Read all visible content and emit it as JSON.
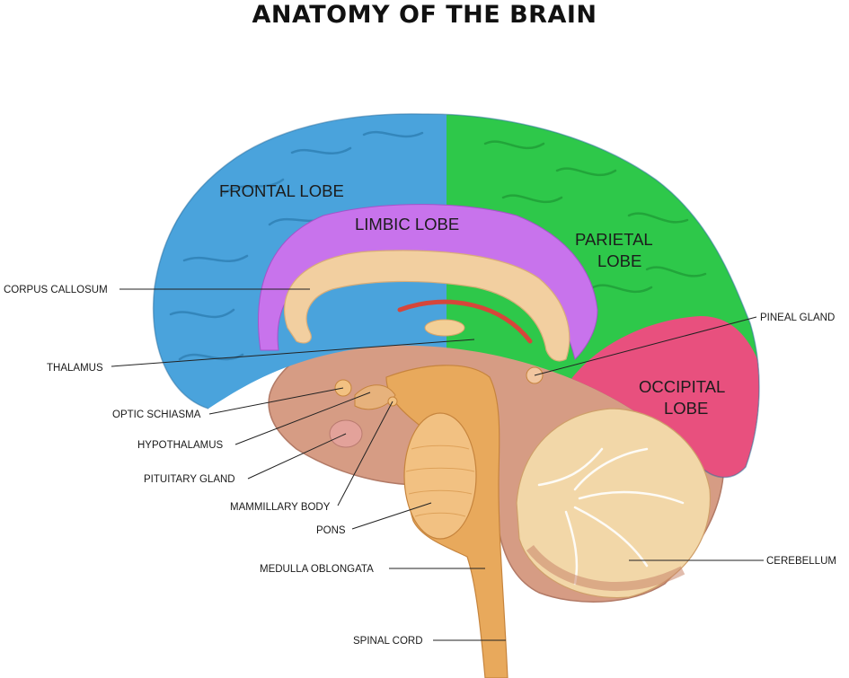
{
  "title": "ANATOMY OF THE BRAIN",
  "colors": {
    "frontal": "#4aa3dc",
    "parietal": "#2ec84a",
    "occipital": "#e8507e",
    "limbic": "#c873ec",
    "tissue": "#d9a086",
    "cerebellum": "#f2d7a8",
    "stem": "#e8a95c"
  },
  "lobes": {
    "frontal": "FRONTAL LOBE",
    "limbic": "LIMBIC LOBE",
    "parietal_1": "PARIETAL",
    "parietal_2": "LOBE",
    "occipital_1": "OCCIPITAL",
    "occipital_2": "LOBE"
  },
  "labels": {
    "corpus_callosum": "CORPUS CALLOSUM",
    "thalamus": "THALAMUS",
    "optic_schiasma": "OPTIC SCHIASMA",
    "hypothalamus": "HYPOTHALAMUS",
    "pituitary_gland": "PITUITARY GLAND",
    "mammillary_body": "MAMMILLARY BODY",
    "pons": "PONS",
    "medulla_oblongata": "MEDULLA OBLONGATA",
    "spinal_cord": "SPINAL CORD",
    "pineal_gland": "PINEAL GLAND",
    "cerebellum": "CEREBELLUM"
  }
}
